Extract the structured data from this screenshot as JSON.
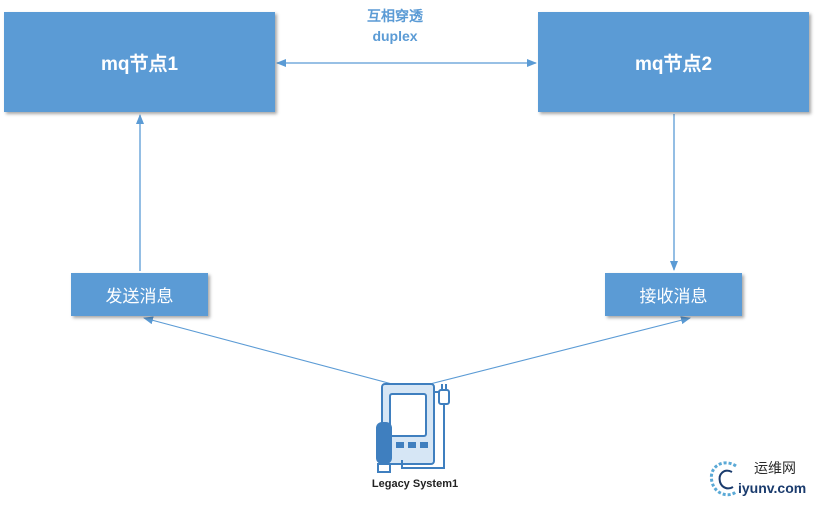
{
  "nodes": {
    "node1": "mq节点1",
    "node2": "mq节点2",
    "send": "发送消息",
    "receive": "接收消息"
  },
  "edge": {
    "line1": "互相穿透",
    "line2": "duplex"
  },
  "device": {
    "icon": "legacy-device-icon",
    "label": "Legacy System1"
  },
  "watermark": {
    "cn": "运维网",
    "en": "iyunv.com"
  },
  "colors": {
    "box": "#5b9bd5",
    "arrow": "#5b9bd5",
    "text_on_box": "#ffffff"
  }
}
